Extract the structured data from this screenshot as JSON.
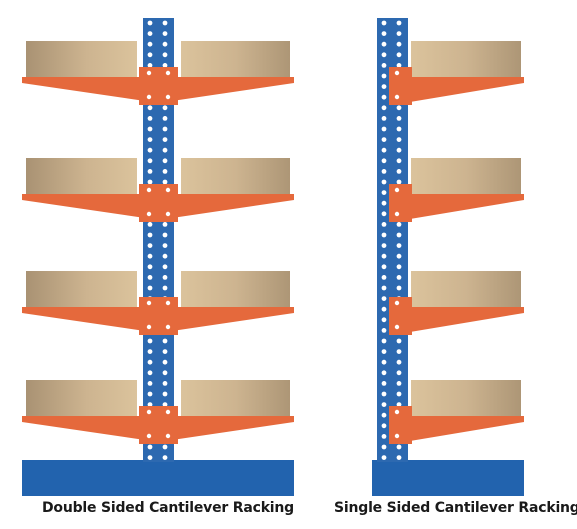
{
  "captions": {
    "double": "Double Sided Cantilever Racking",
    "single": "Single Sided Cantilever Racking"
  },
  "racks": [
    {
      "id": "double",
      "type": "double-sided",
      "levels": 4,
      "loads_per_level": 2
    },
    {
      "id": "single",
      "type": "single-sided",
      "levels": 4,
      "loads_per_level": 1
    }
  ],
  "colors": {
    "column": "#2d69b0",
    "base": "#2263ae",
    "arm": "#e5693c",
    "load_light": "#d8bf98",
    "load_dark": "#ab9474",
    "hole": "#ffffff"
  }
}
